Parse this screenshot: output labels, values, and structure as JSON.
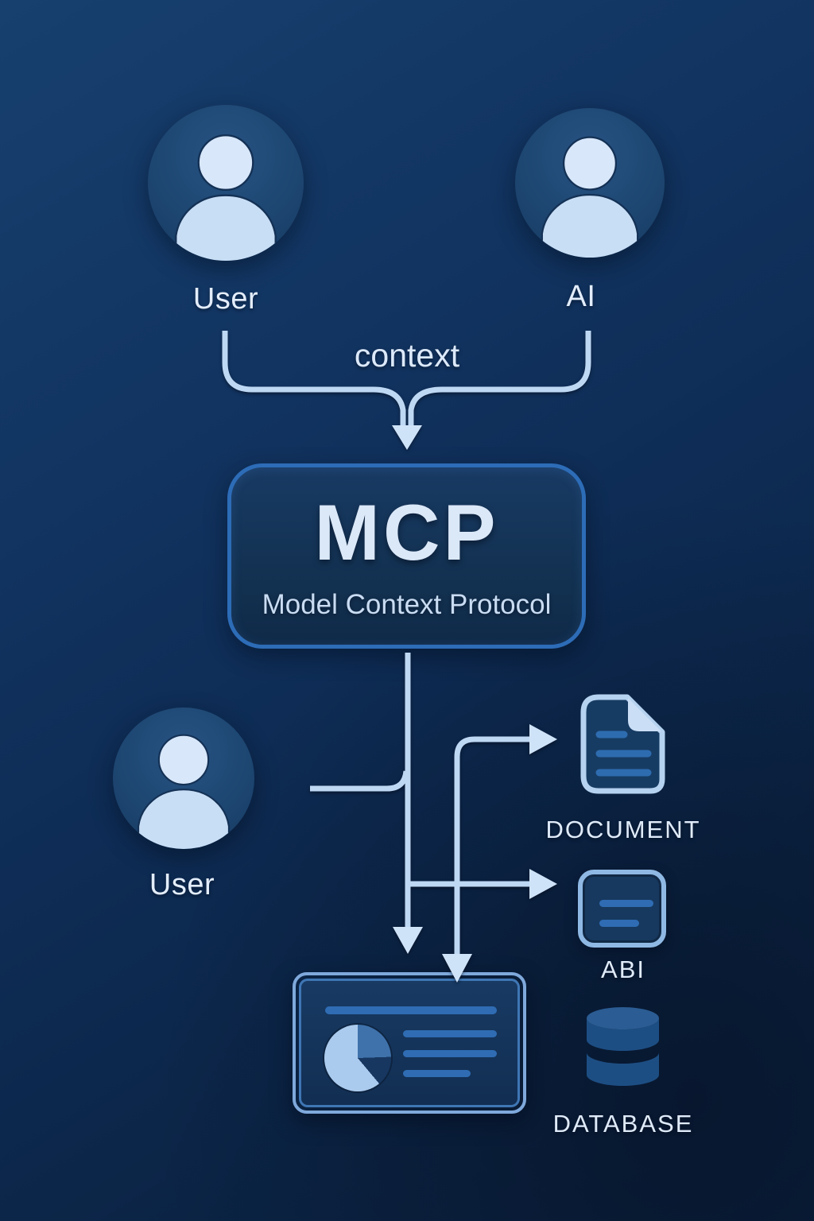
{
  "palette": {
    "background_dark": "#0b2040",
    "background_light": "#17406f",
    "connector": "#bed8f4",
    "accent_border": "#2d6cb7",
    "icon_fill_dark": "#17395f",
    "icon_line_blue": "#2f6cb3",
    "light_text": "#e3edfb"
  },
  "top": {
    "actors": [
      {
        "label": "User"
      },
      {
        "label": "AI"
      }
    ],
    "context_label": "context"
  },
  "mcp": {
    "title": "MCP",
    "subtitle": "Model Context Protocol"
  },
  "middle": {
    "actor_label": "User"
  },
  "targets": {
    "document_label": "DOCUMENT",
    "abi_label": "ABI",
    "database_label": "DATABASE"
  }
}
